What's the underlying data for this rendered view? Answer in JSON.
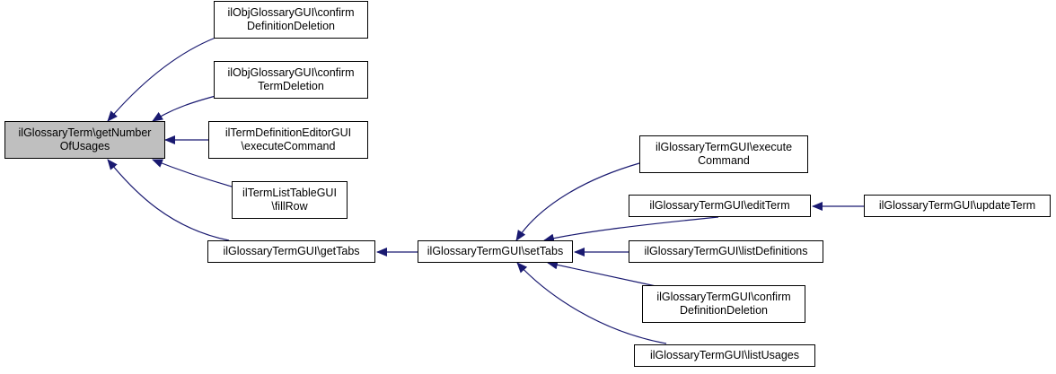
{
  "theme": {
    "edge_color": "#191970",
    "root_fill": "#bfbfbf",
    "node_border": "#000000"
  },
  "nodes": {
    "root": {
      "line1": "ilGlossaryTerm\\getNumber",
      "line2": "OfUsages"
    },
    "objdef": {
      "line1": "ilObjGlossaryGUI\\confirm",
      "line2": "DefinitionDeletion"
    },
    "objterm": {
      "line1": "ilObjGlossaryGUI\\confirm",
      "line2": "TermDeletion"
    },
    "defed": {
      "line1": "ilTermDefinitionEditorGUI",
      "line2": "\\executeCommand"
    },
    "listtbl": {
      "line1": "ilTermListTableGUI",
      "line2": "\\fillRow"
    },
    "gettabs": {
      "line1": "ilGlossaryTermGUI\\getTabs"
    },
    "settabs": {
      "line1": "ilGlossaryTermGUI\\setTabs"
    },
    "exec": {
      "line1": "ilGlossaryTermGUI\\execute",
      "line2": "Command"
    },
    "edit": {
      "line1": "ilGlossaryTermGUI\\editTerm"
    },
    "update": {
      "line1": "ilGlossaryTermGUI\\updateTerm"
    },
    "listdef": {
      "line1": "ilGlossaryTermGUI\\listDefinitions"
    },
    "confdef": {
      "line1": "ilGlossaryTermGUI\\confirm",
      "line2": "DefinitionDeletion"
    },
    "usages": {
      "line1": "ilGlossaryTermGUI\\listUsages"
    }
  }
}
